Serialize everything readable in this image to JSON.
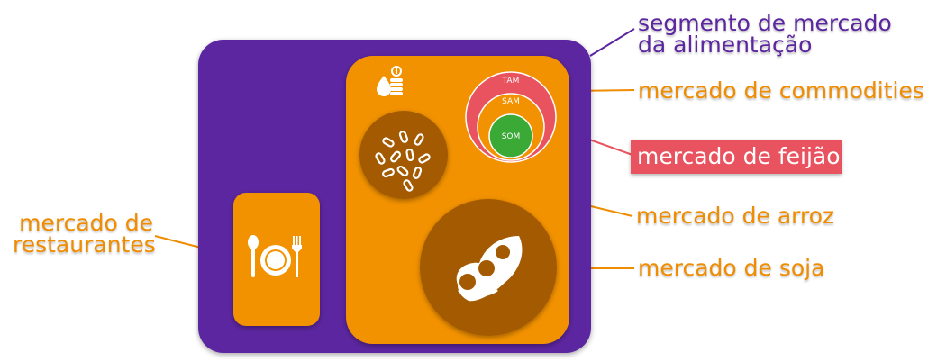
{
  "labels": {
    "segment_line1": "segmento de mercado",
    "segment_line2": "da alimentação",
    "commodities": "mercado de commodities",
    "feijao": "mercado de feijão",
    "arroz": "mercado de arroz",
    "soja": "mercado de soja",
    "restaurantes_line1": "mercado de",
    "restaurantes_line2": "restaurantes"
  },
  "circles": {
    "tam": "TAM",
    "sam": "SAM",
    "som": "SOM"
  },
  "colors": {
    "purple": "#5b26a0",
    "orange": "#f39200",
    "brown": "#a35a00",
    "red": "#e9535f",
    "green": "#3aa935"
  },
  "icons": [
    "money-icon",
    "rice-icon",
    "soybean-icon",
    "plate-cutlery-icon"
  ]
}
